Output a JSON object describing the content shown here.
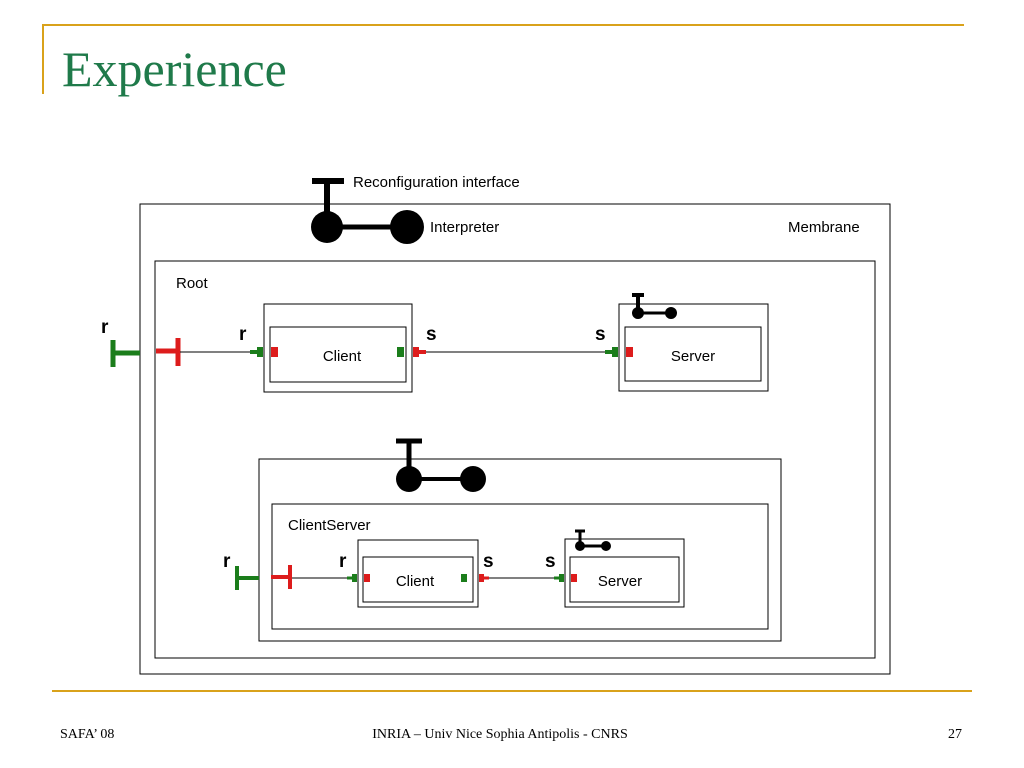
{
  "slide": {
    "title": "Experience",
    "footer_left": "SAFA’ 08",
    "footer_center": "INRIA – Univ Nice Sophia Antipolis - CNRS",
    "page_number": "27"
  },
  "diagram": {
    "reconfiguration_interface": "Reconfiguration interface",
    "interpreter": "Interpreter",
    "membrane": "Membrane",
    "root": "Root",
    "client": "Client",
    "server": "Server",
    "client_server": "ClientServer",
    "port_r": "r",
    "port_s": "s"
  },
  "colors": {
    "title": "#1f7a4a",
    "rule": "#d9a21b",
    "client_interface": "#dd1c1c",
    "server_interface": "#1b7d1b"
  }
}
